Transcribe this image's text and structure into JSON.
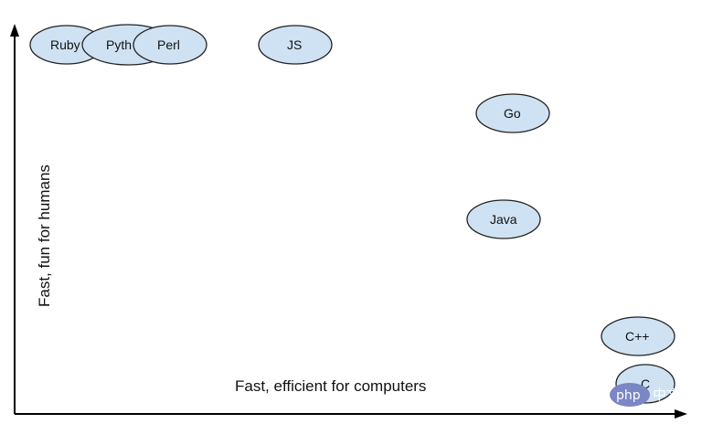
{
  "diagram": {
    "x_axis_label": "Fast, efficient for computers",
    "y_axis_label": "Fast, fun for humans",
    "bubble_fill": "#cfe2f3",
    "bubble_stroke": "#222222",
    "axis_color": "#000000",
    "bubbles": [
      {
        "label": "Ruby"
      },
      {
        "label": "Pyth"
      },
      {
        "label": "Perl"
      },
      {
        "label": "JS"
      },
      {
        "label": "Go"
      },
      {
        "label": "Java"
      },
      {
        "label": "C++"
      },
      {
        "label": "C"
      }
    ]
  },
  "watermark": {
    "logo_text": "php",
    "side_text": "中文网",
    "logo_color": "#7b86c4"
  }
}
